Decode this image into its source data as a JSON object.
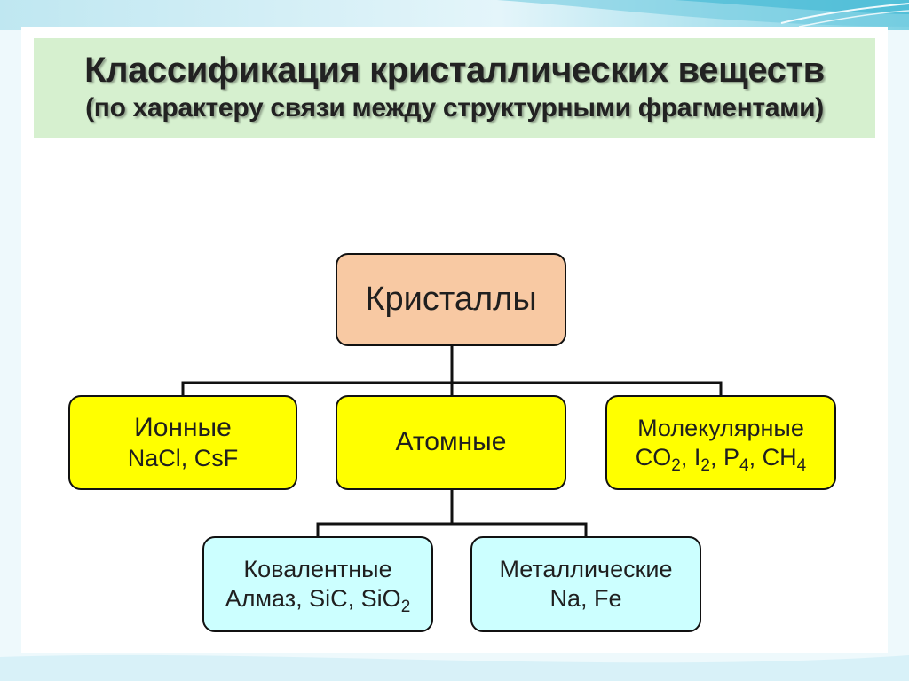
{
  "header": {
    "title": "Классификация кристаллических веществ",
    "subtitle": "(по характеру связи между структурными фрагментами)"
  },
  "colors": {
    "header_bg": "#d6f0cf",
    "root_fill": "#f8c9a3",
    "level1_fill": "#ffff00",
    "level2_fill": "#ccffff",
    "frame_accent": "#5ec8de"
  },
  "diagram": {
    "root": {
      "label": "Кристаллы"
    },
    "ionic": {
      "label": "Ионные",
      "examples": "NaCl, CsF"
    },
    "atomic": {
      "label": "Атомные"
    },
    "molecular": {
      "label": "Молекулярные",
      "formulas": [
        {
          "base": "CO",
          "sub": "2",
          "sep": ", "
        },
        {
          "base": "I",
          "sub": "2",
          "sep": ", "
        },
        {
          "base": "P",
          "sub": "4",
          "sep": ", "
        },
        {
          "base": "CH",
          "sub": "4",
          "sep": ""
        }
      ]
    },
    "covalent": {
      "label": "Ковалентные",
      "examples_prefix": "Алмаз, SiC, ",
      "formula": {
        "base": "SiO",
        "sub": "2"
      }
    },
    "metallic": {
      "label": "Металлические",
      "examples": "Na, Fe"
    }
  }
}
